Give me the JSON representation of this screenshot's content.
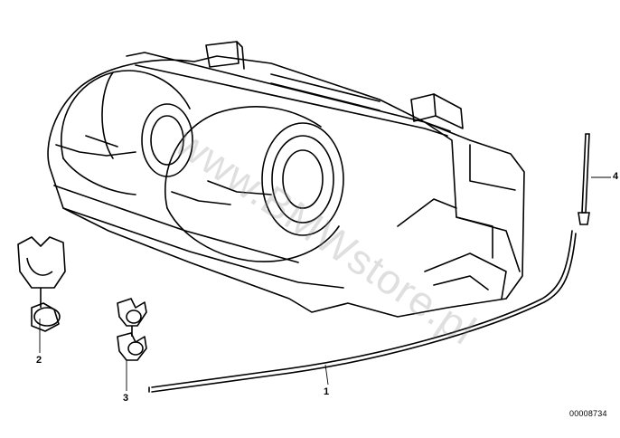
{
  "diagram": {
    "callouts": [
      {
        "id": "1",
        "label": "1"
      },
      {
        "id": "2",
        "label": "2"
      },
      {
        "id": "3",
        "label": "3"
      },
      {
        "id": "4",
        "label": "4"
      }
    ],
    "document_number": "00008734",
    "watermark": "www.BMWstore.pl"
  },
  "colors": {
    "line": "#000000",
    "background": "#ffffff",
    "watermark": "#8c8c8c"
  }
}
